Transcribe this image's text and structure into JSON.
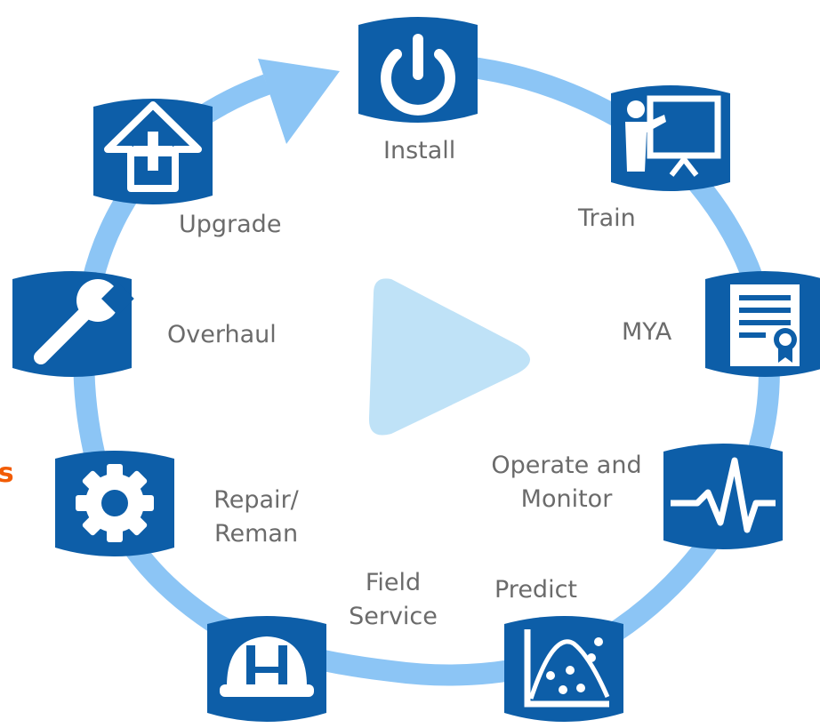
{
  "colors": {
    "icon_tile": "#0d5ea8",
    "ring": "#8cc5f5",
    "play_triangle": "#bfe2f7",
    "label_text": "#6b6b6b",
    "cut_text": "#f25c05"
  },
  "steps": {
    "install": {
      "label": "Install",
      "icon": "power-icon"
    },
    "train": {
      "label": "Train",
      "icon": "presentation-icon"
    },
    "mya": {
      "label": "MYA",
      "icon": "certificate-icon"
    },
    "operate": {
      "label_line1": "Operate and",
      "label_line2": "Monitor",
      "icon": "heartbeat-icon"
    },
    "predict": {
      "label": "Predict",
      "icon": "scatter-curve-icon"
    },
    "field_service": {
      "label_line1": "Field",
      "label_line2": "Service",
      "icon": "hard-hat-icon"
    },
    "repair": {
      "label_line1": "Repair/",
      "label_line2": "Reman",
      "icon": "gear-icon"
    },
    "overhaul": {
      "label": "Overhaul",
      "icon": "wrench-icon"
    },
    "upgrade": {
      "label": "Upgrade",
      "icon": "arrow-up-plus-icon"
    }
  },
  "center_icon": "play-icon",
  "cut_off_text": "nts"
}
